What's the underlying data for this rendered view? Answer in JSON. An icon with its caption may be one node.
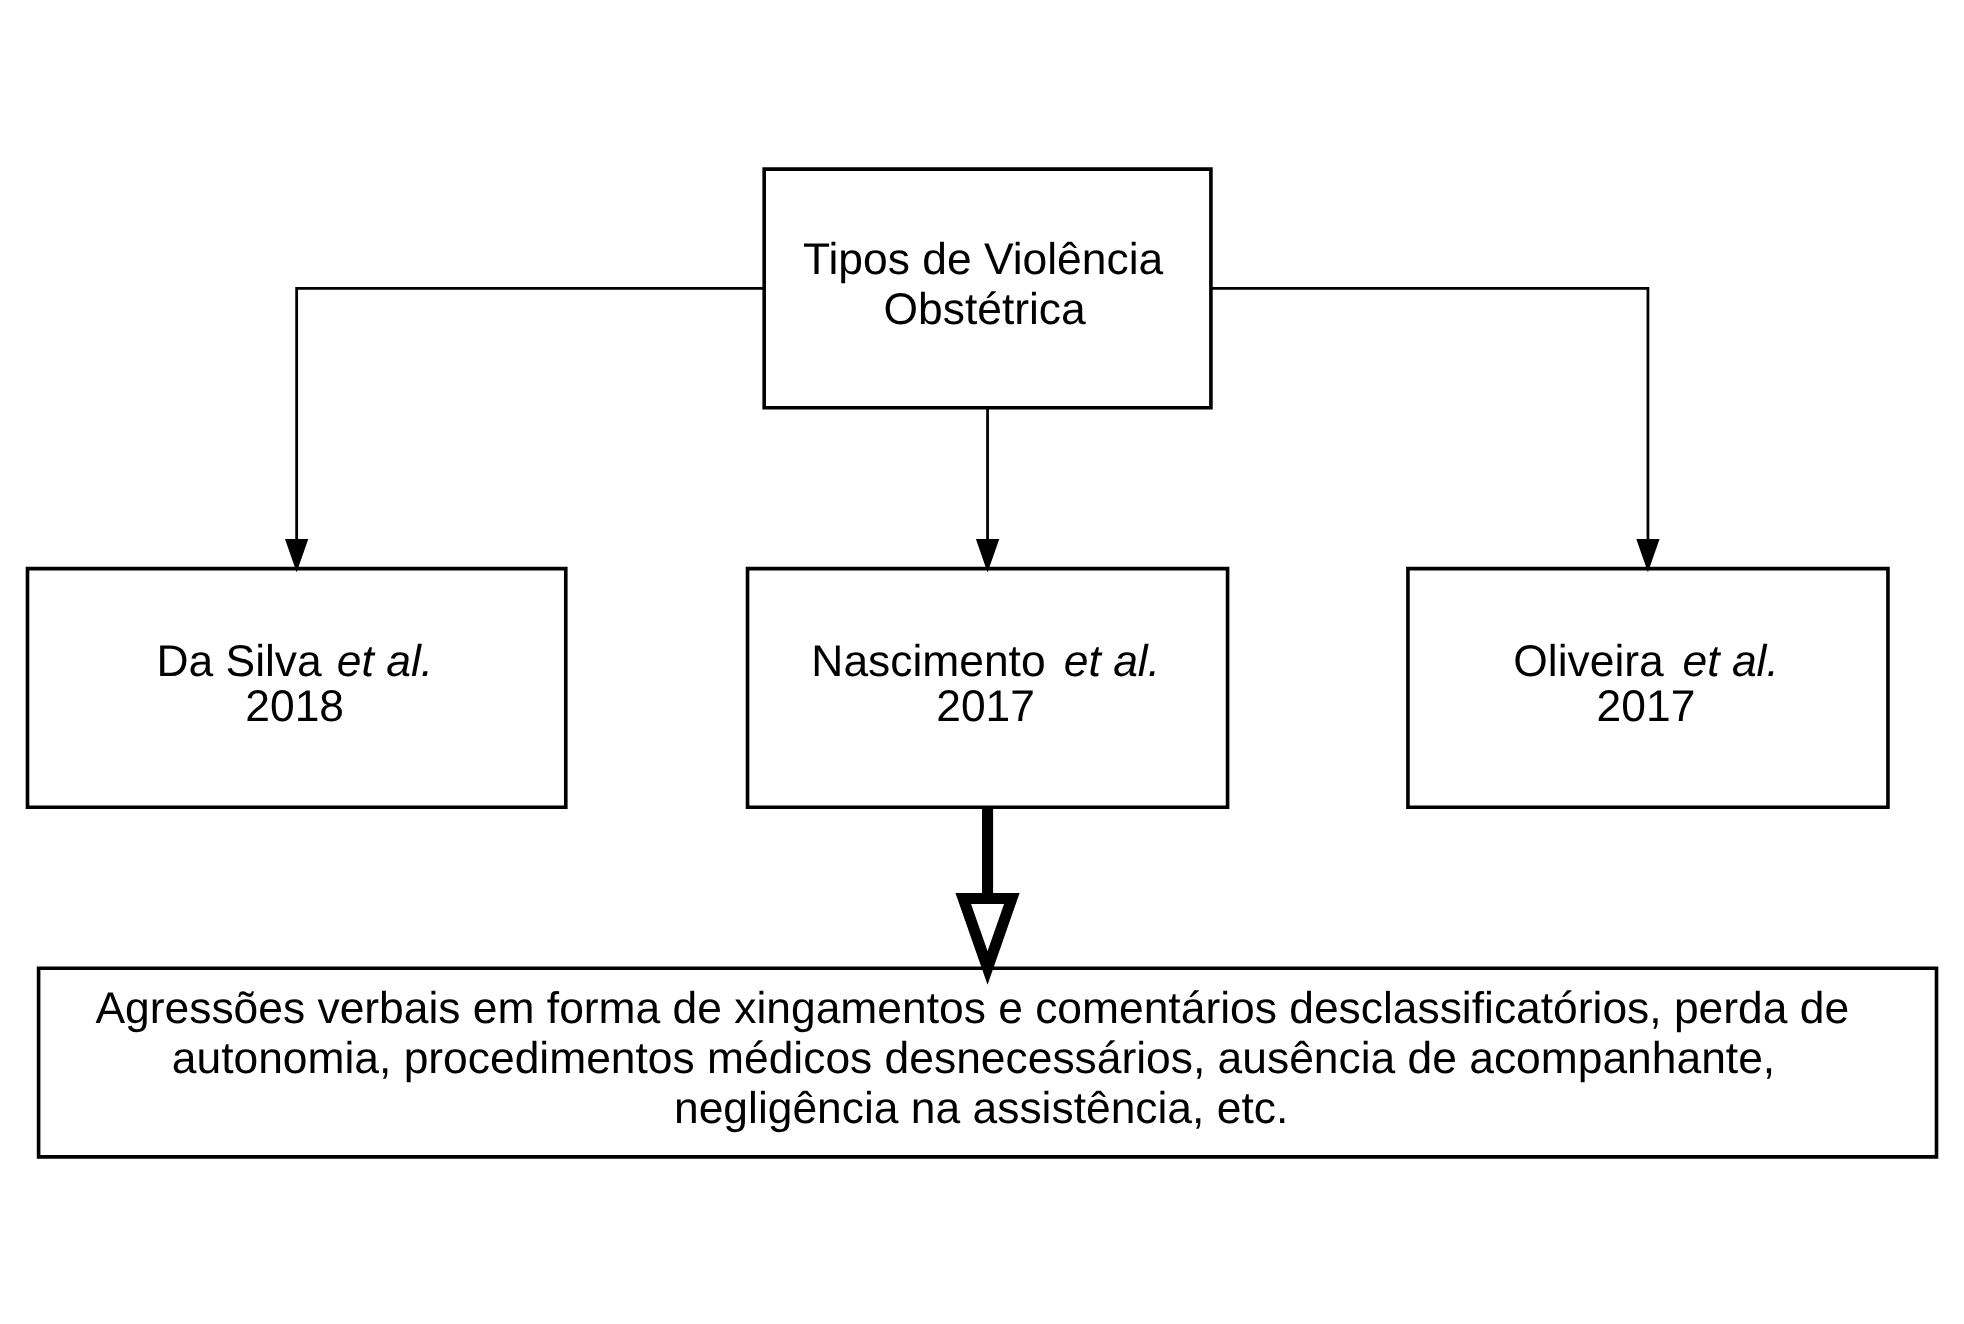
{
  "diagram": {
    "nodes": [
      {
        "text": [
          "Tipos de Violência Obstétrica"
        ]
      },
      {
        "text": [
          "Da Silva *et al.* 2018"
        ]
      },
      {
        "text": [
          "Nascimento *et al.* 2017"
        ]
      },
      {
        "text": [
          "Oliveira *et al.* 2017"
        ]
      },
      {
        "text": [
          "Agressões verbais em forma de xingamentos e comentários desclassificatórios, perda de autonomia, procedimentos médicos desnecessários, ausência de acompanhante, negligência na assistência, etc."
        ]
      }
    ],
    "edges": [
      {
        "from": 0,
        "to": 1,
        "arrow": "to"
      },
      {
        "from": 0,
        "to": 2,
        "arrow": "to"
      },
      {
        "from": 0,
        "to": 3,
        "arrow": "to"
      },
      {
        "from": 2,
        "to": 4,
        "arrow": "to",
        "style": "thick"
      }
    ]
  }
}
